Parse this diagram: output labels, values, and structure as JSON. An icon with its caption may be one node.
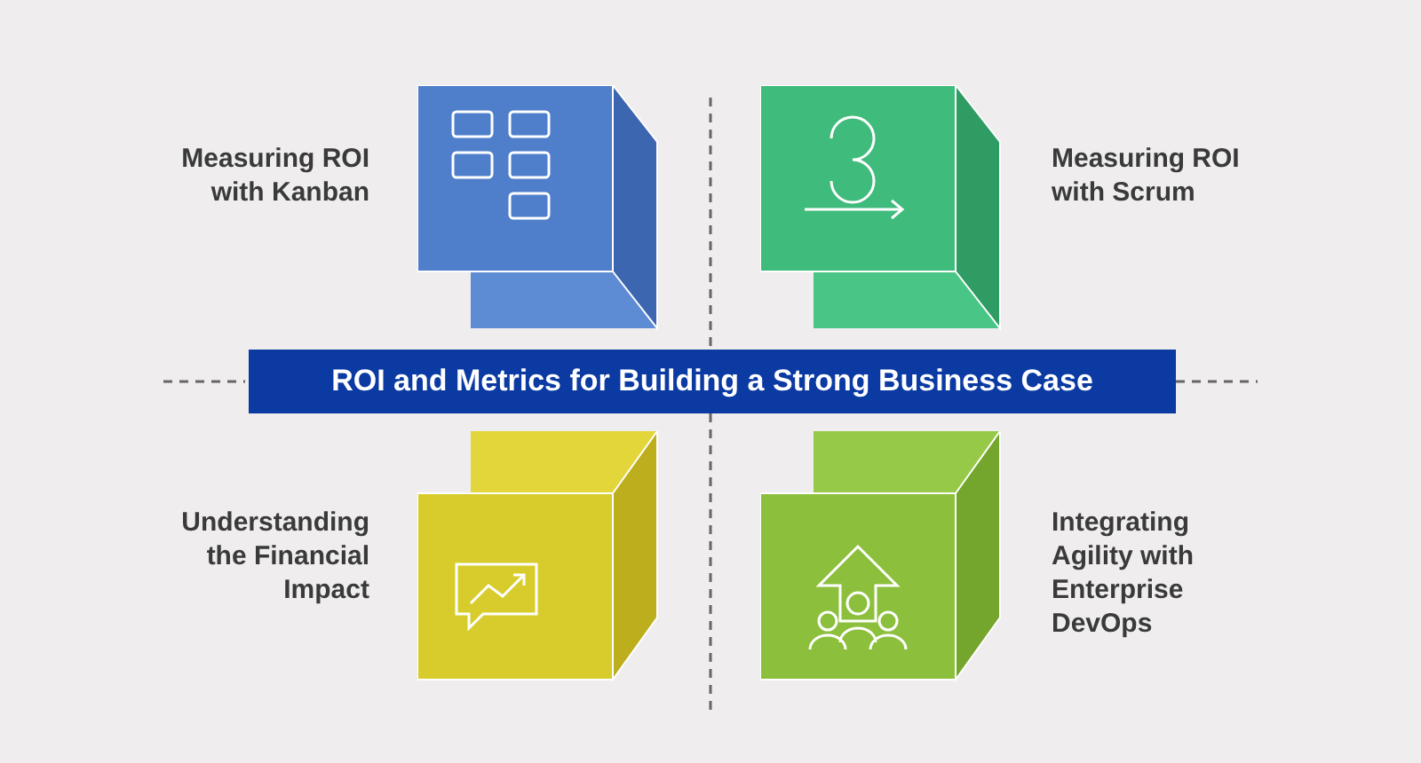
{
  "diagram": {
    "nodes": [
      {
        "text": [
          "ROI and Metrics for Building a Strong Business Case"
        ]
      },
      {
        "text": [],
        "shape": "picture",
        "beside": [
          "Measuring ROI with Kanban"
        ]
      },
      {
        "text": [],
        "shape": "picture",
        "beside": [
          "Measuring ROI with Scrum"
        ]
      },
      {
        "text": [],
        "shape": "picture",
        "beside": [
          "Understanding the Financial Impact"
        ]
      },
      {
        "text": [],
        "shape": "picture",
        "beside": [
          "Integrating Agility with Enterprise DevOps"
        ]
      }
    ],
    "edges": []
  }
}
